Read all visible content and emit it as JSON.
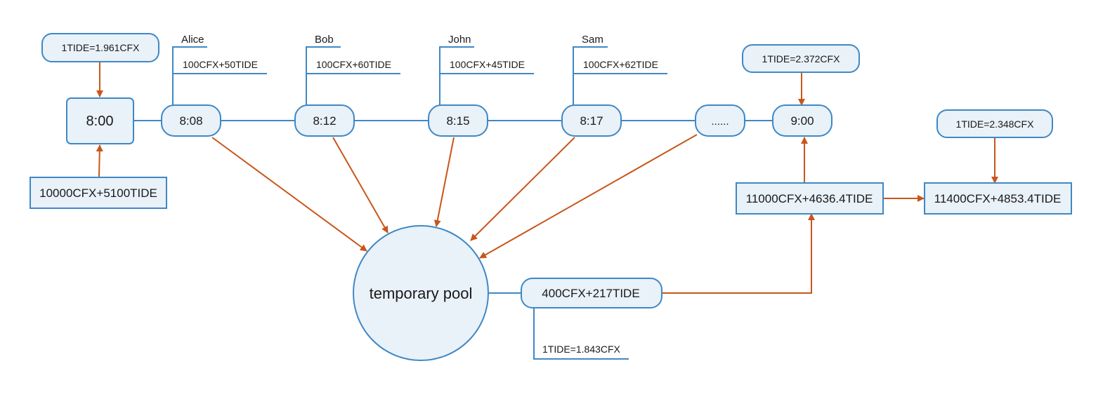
{
  "start": {
    "time": "8:00",
    "rate": "1TIDE=1.961CFX",
    "liquidity": "10000CFX+5100TIDE"
  },
  "swaps": [
    {
      "user": "Alice",
      "amount": "100CFX+50TIDE",
      "time": "8:08"
    },
    {
      "user": "Bob",
      "amount": "100CFX+60TIDE",
      "time": "8:12"
    },
    {
      "user": "John",
      "amount": "100CFX+45TIDE",
      "time": "8:15"
    },
    {
      "user": "Sam",
      "amount": "100CFX+62TIDE",
      "time": "8:17"
    }
  ],
  "ellipsis": "......",
  "end": {
    "time": "9:00",
    "rate": "1TIDE=2.372CFX",
    "liquidity": "11000CFX+4636.4TIDE"
  },
  "pool": {
    "label": "temporary pool",
    "total": "400CFX+217TIDE",
    "rate": "1TIDE=1.843CFX"
  },
  "final": {
    "rate": "1TIDE=2.348CFX",
    "liquidity": "11400CFX+4853.4TIDE"
  },
  "colors": {
    "node_fill": "#e9f1f9",
    "blue_line": "#3f88c5",
    "orange_arrow": "#c8561b"
  }
}
